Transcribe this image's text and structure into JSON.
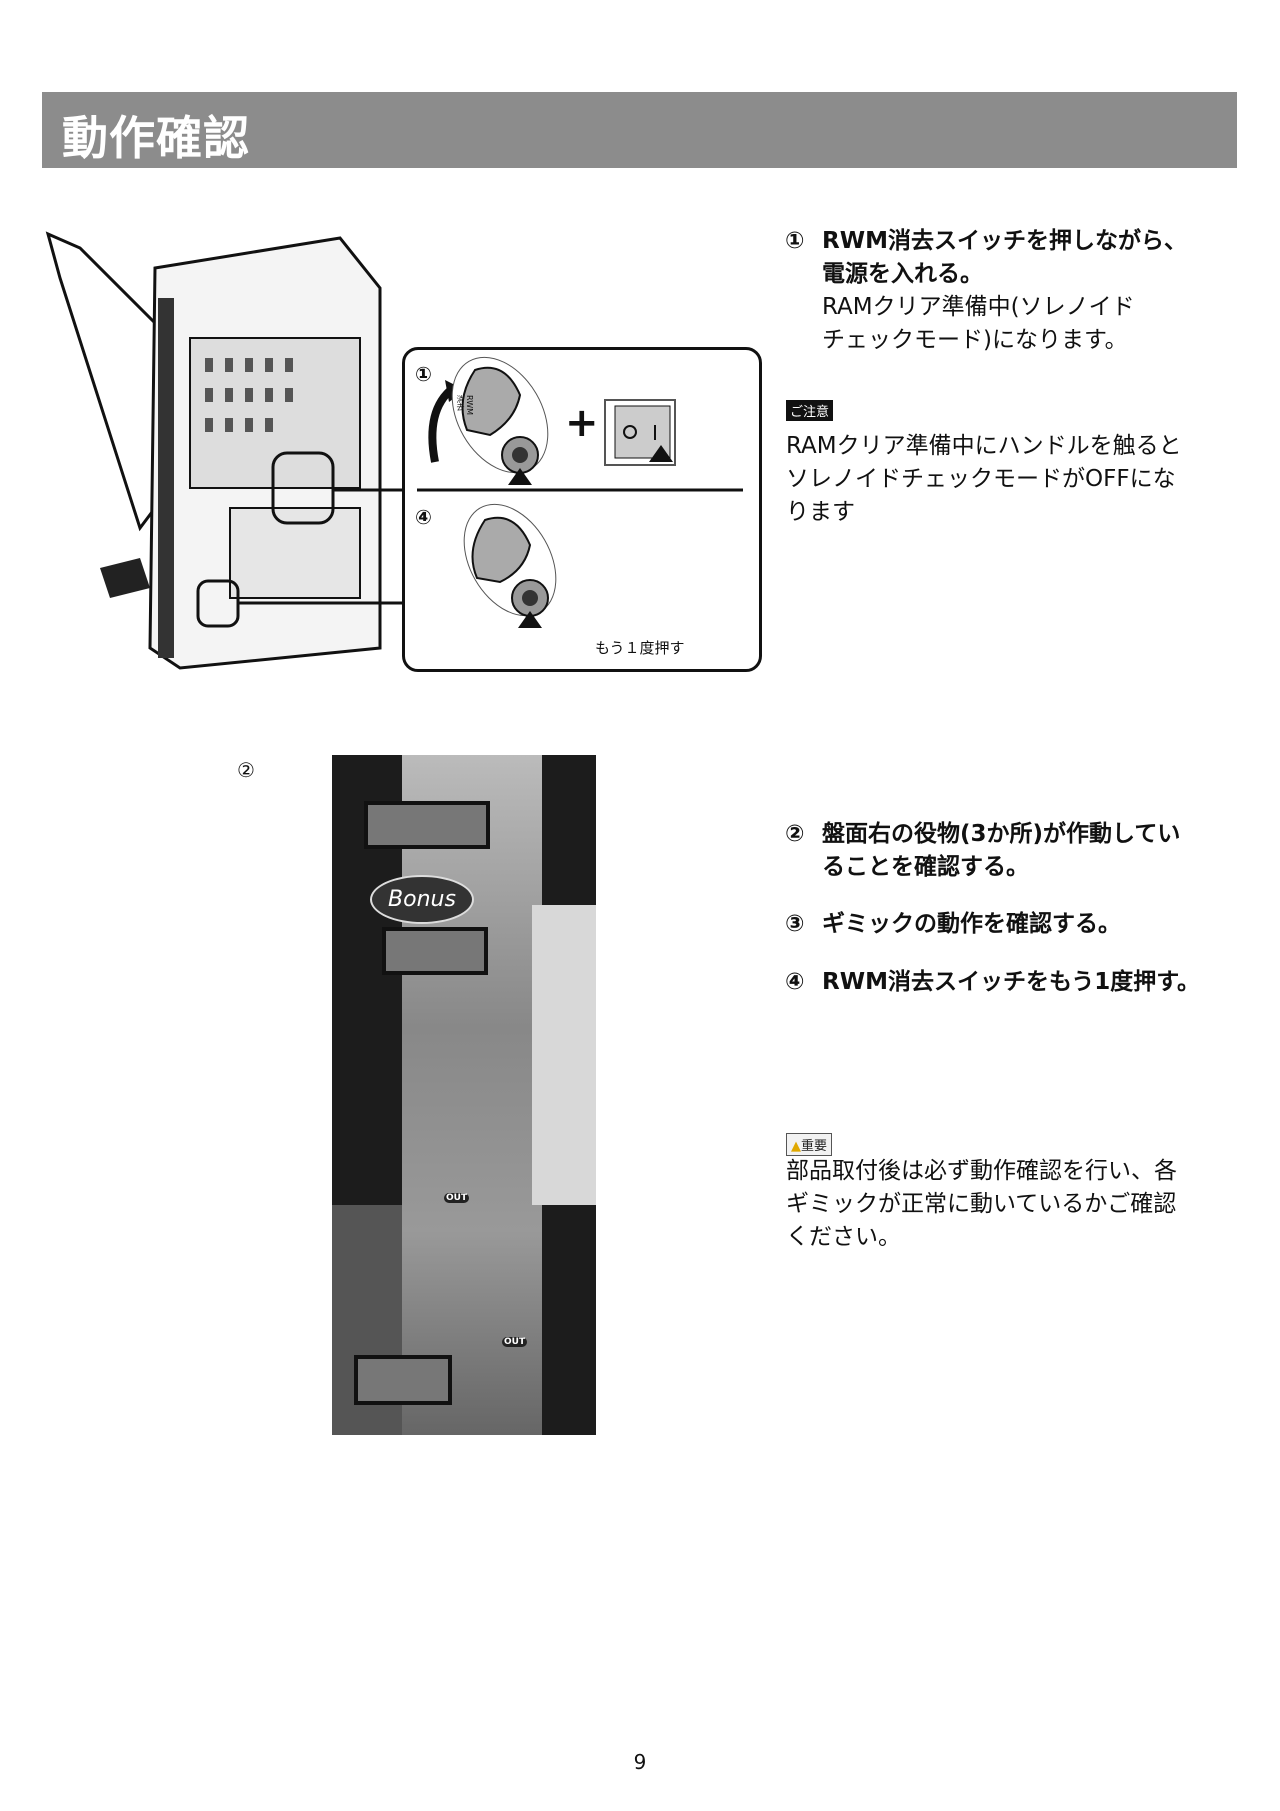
{
  "header": {
    "title": "動作確認"
  },
  "steps": [
    {
      "num": "①",
      "bold_lines": [
        "RWM消去スイッチを押しながら、",
        "電源を入れる。"
      ],
      "normal_lines": [
        "RAMクリア準備中(ソレノイド",
        "チェックモード)になります。"
      ]
    },
    {
      "num": "②",
      "bold_lines": [
        "盤面右の役物(3か所)が作動してい",
        "ることを確認する。"
      ]
    },
    {
      "num": "③",
      "bold_lines": [
        "ギミックの動作を確認する。"
      ]
    },
    {
      "num": "④",
      "bold_lines": [
        "RWM消去スイッチをもう1度押す。"
      ]
    }
  ],
  "caution": {
    "badge": "ご注意",
    "lines": [
      "RAMクリア準備中にハンドルを触ると",
      "ソレノイドチェックモードがOFFにな",
      "ります"
    ]
  },
  "important": {
    "badge": "重要",
    "lines": [
      "部品取付後は必ず動作確認を行い、各",
      "ギミックが正常に動いているかご確認",
      "ください。"
    ]
  },
  "callout": {
    "label_top": "①",
    "label_bottom": "④",
    "switch_label_1": "RWM",
    "switch_label_2": "消去",
    "plus": "+",
    "press_again": "もう１度押す"
  },
  "board": {
    "label": "②",
    "out_label": "OUT",
    "bonus": "Bonus"
  },
  "page_number": "9"
}
